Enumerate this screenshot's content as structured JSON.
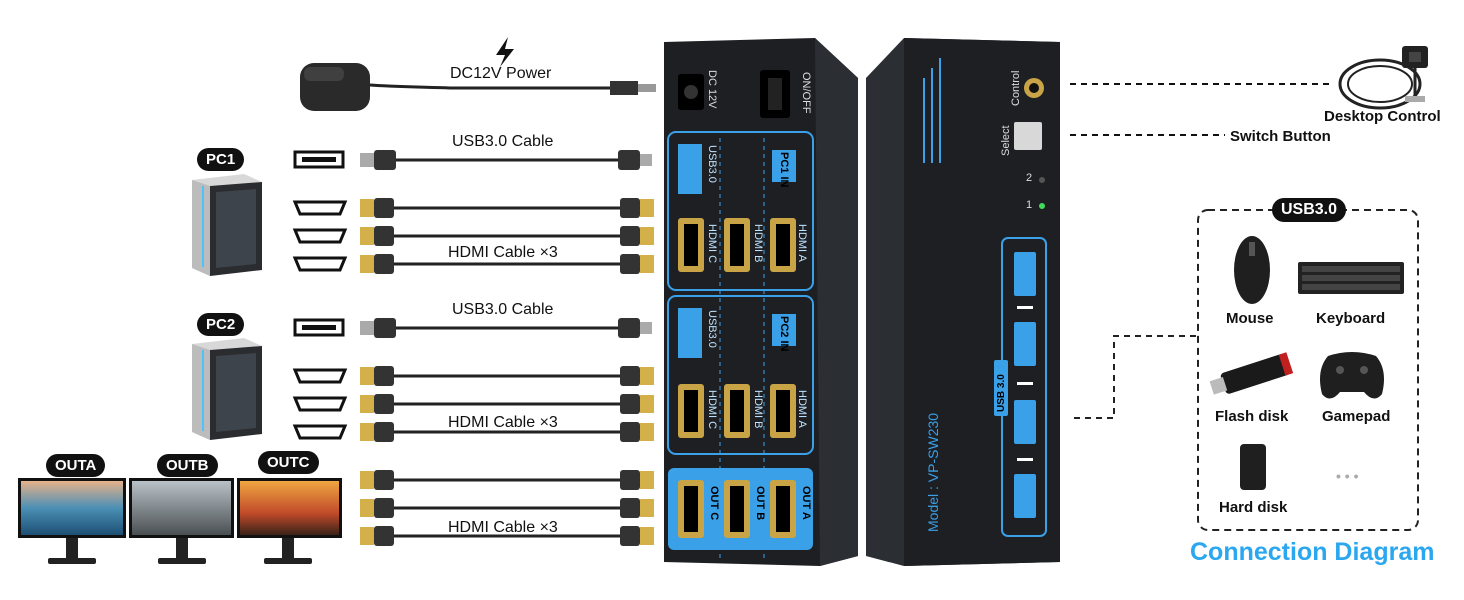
{
  "power": {
    "label": "DC12V Power"
  },
  "cables": {
    "usb_pc1": "USB3.0 Cable",
    "hdmi_pc1": "HDMI Cable ×3",
    "usb_pc2": "USB3.0 Cable",
    "hdmi_pc2": "HDMI Cable ×3",
    "hdmi_out": "HDMI Cable ×3"
  },
  "pcs": {
    "pc1": "PC1",
    "pc2": "PC2"
  },
  "outputs": {
    "a": "OUTA",
    "b": "OUTB",
    "c": "OUTC"
  },
  "front_panel": {
    "dc": "DC 12V",
    "onoff": "ON/OFF",
    "pc1_in": "PC1 IN",
    "pc2_in": "PC2 IN",
    "usb": "USB3.0",
    "hdmi_a": "HDMI A",
    "hdmi_b": "HDMI B",
    "hdmi_c": "HDMI C",
    "out_a": "OUT A",
    "out_b": "OUT B",
    "out_c": "OUT C"
  },
  "back_panel": {
    "control": "Control",
    "select": "Select",
    "led1": "1",
    "led2": "2",
    "usb_label": "USB 3.0",
    "model": "Model : VP-SW230"
  },
  "right": {
    "desktop_control": "Desktop Control",
    "switch_button": "Switch Button",
    "usb_badge": "USB3.0",
    "devices": [
      "Mouse",
      "Keyboard",
      "Flash disk",
      "Gamepad",
      "Hard disk",
      "• • •"
    ],
    "diagram_title": "Connection Diagram"
  },
  "colors": {
    "accent": "#2aa7ef",
    "device_body": "#26292e",
    "port_blue": "#3aa0e8"
  }
}
